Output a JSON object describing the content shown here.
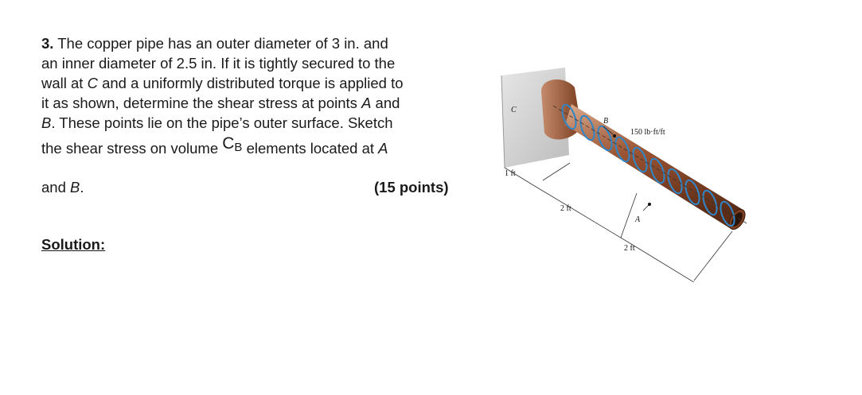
{
  "problem": {
    "number": "3.",
    "line1": " The copper pipe has an outer diameter of 3 in. and",
    "line2": "an inner diameter of 2.5 in. If it is tightly secured to the",
    "line3a": "wall at ",
    "line3c": "C",
    "line3b": " and a uniformly distributed torque is applied to",
    "line4a": "it as shown, determine the shear stress at points ",
    "line4A": "A",
    "line4b": " and",
    "line5B": "B",
    "line5b": ". These points lie on the pipe’s outer surface. Sketch",
    "line6a": "the shear stress on volume ",
    "cb_C": "C",
    "cb_B": "B",
    "line6b": " elements located at ",
    "line6A": "A",
    "line7a": "and ",
    "line7B": "B",
    "line7b": ".",
    "points": "(15 points)"
  },
  "solution_label": "Solution:",
  "figure": {
    "label_C": "C",
    "label_B": "B",
    "label_A": "A",
    "torque_label": "150 lb·ft/ft",
    "dim_1ft": "1 ft",
    "dim_2ft_a": "2 ft",
    "dim_2ft_b": "2 ft",
    "pipe_color": "#8b4a2b",
    "arrow_color": "#2f86c8"
  }
}
